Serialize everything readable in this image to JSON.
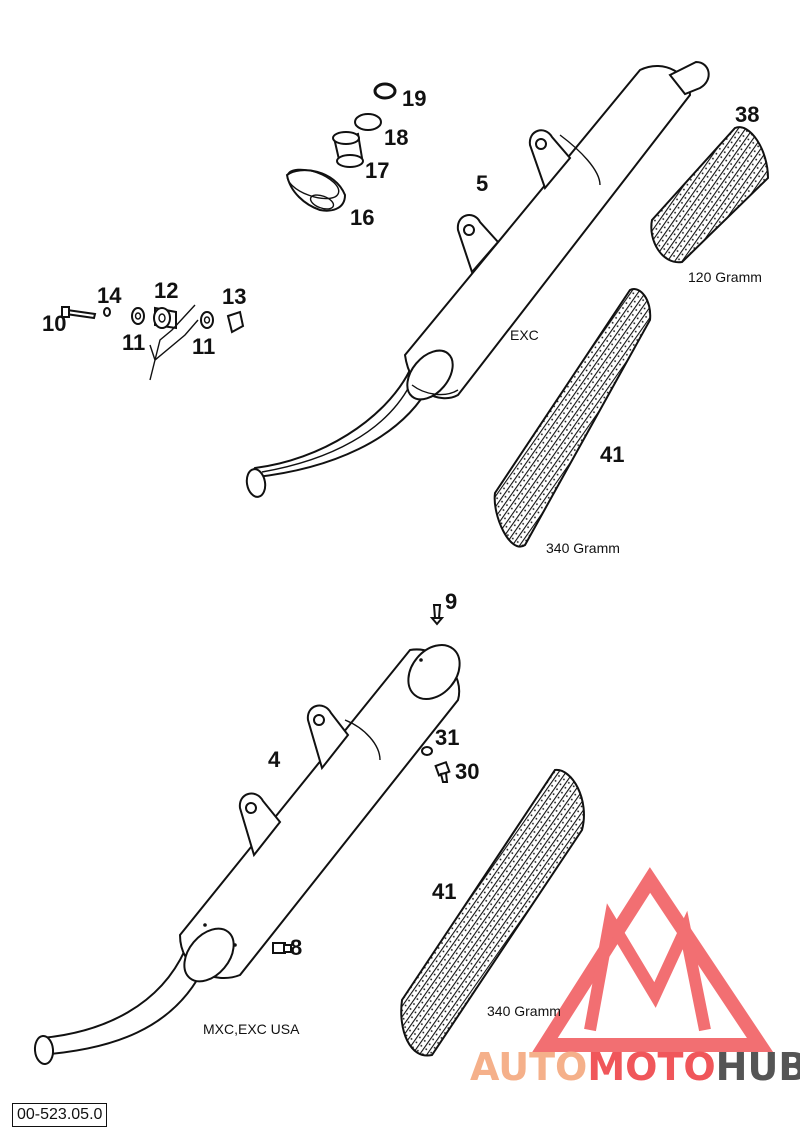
{
  "diagram": {
    "part_numbers": {
      "p19": "19",
      "p18": "18",
      "p17": "17",
      "p16": "16",
      "p5": "5",
      "p38": "38",
      "p14": "14",
      "p12": "12",
      "p13": "13",
      "p10": "10",
      "p11a": "11",
      "p11b": "11",
      "p41a": "41",
      "p9": "9",
      "p4": "4",
      "p31": "31",
      "p30": "30",
      "p41b": "41",
      "p8": "8"
    },
    "captions": {
      "weight_120": "120 Gramm",
      "weight_340_top": "340 Gramm",
      "weight_340_bottom": "340 Gramm",
      "model_exc": "EXC",
      "model_mxc": "MXC,EXC USA"
    },
    "doc_number": "00-523.05.0"
  },
  "watermark": {
    "brand_a": "AUTO",
    "brand_b": "MOTO",
    "brand_c": "HUB",
    "colors": {
      "primary": "#f0565a",
      "secondary": "#f5b08a",
      "dark": "#555555"
    }
  }
}
